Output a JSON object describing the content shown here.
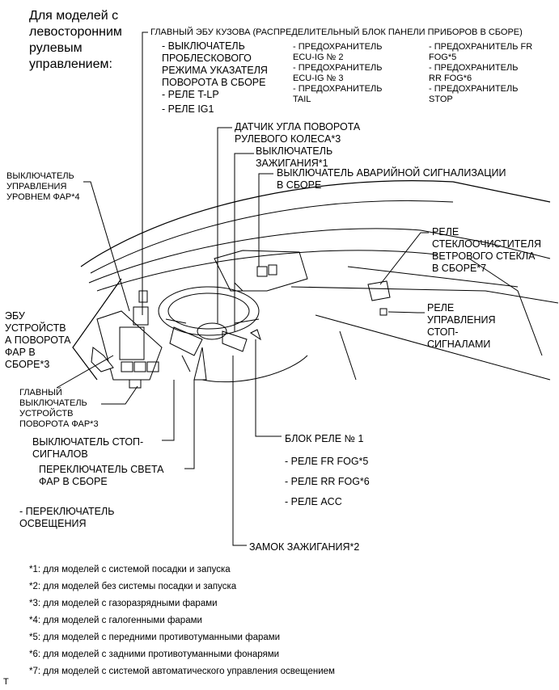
{
  "heading": "Для моделей с\nлевосторонним\nрулевым\nуправлением:",
  "main_body_ecu": "ГЛАВНЫЙ ЭБУ КУЗОВА (РАСПРЕДЕЛИТЕЛЬНЫЙ БЛОК ПАНЕЛИ ПРИБОРОВ В СБОРЕ)",
  "ecu_col1": "- ВЫКЛЮЧАТЕЛЬ\nПРОБЛЕСКОВОГО\nРЕЖИМА УКАЗАТЕЛЯ\nПОВОРОТА В СБОРЕ\n- РЕЛЕ T-LP",
  "ecu_col1_b": "- РЕЛЕ IG1",
  "ecu_col2": "- ПРЕДОХРАНИТЕЛЬ\nECU-IG № 2\n- ПРЕДОХРАНИТЕЛЬ\nECU-IG № 3\n- ПРЕДОХРАНИТЕЛЬ\nTAIL",
  "ecu_col3": "- ПРЕДОХРАНИТЕЛЬ FR\nFOG*5\n- ПРЕДОХРАНИТЕЛЬ\nRR FOG*6\n- ПРЕДОХРАНИТЕЛЬ\nSTOP",
  "steering_sensor": "ДАТЧИК УГЛА ПОВОРОТА\nРУЛЕВОГО КОЛЕСА*3",
  "ignition_switch": "ВЫКЛЮЧАТЕЛЬ\nЗАЖИГАНИЯ*1",
  "hazard_switch": "ВЫКЛЮЧАТЕЛЬ АВАРИЙНОЙ СИГНАЛИЗАЦИИ\nВ СБОРЕ",
  "headlight_level_switch": "ВЫКЛЮЧАТЕЛЬ\nУПРАВЛЕНИЯ\nУРОВНЕМ ФАР*4",
  "wiper_relay": "РЕЛЕ\nСТЕКЛООЧИСТИТЕЛЯ\nВЕТРОВОГО СТЕКЛА\nВ СБОРЕ*7",
  "stop_relay": "РЕЛЕ\nУПРАВЛЕНИЯ\nСТОП-\nСИГНАЛАМИ",
  "swivel_ecu": "ЭБУ\nУСТРОЙСТВ\nА ПОВОРОТА\nФАР В\nСБОРЕ*3",
  "swivel_main_switch": "ГЛАВНЫЙ\nВЫКЛЮЧАТЕЛЬ\nУСТРОЙСТВ\nПОВОРОТА ФАР*3",
  "stop_light_switch": "ВЫКЛЮЧАТЕЛЬ СТОП-\nСИГНАЛОВ",
  "light_switch": "ПЕРЕКЛЮЧАТЕЛЬ СВЕТА\nФАР В СБОРЕ",
  "light_switch_sub": "- ПЕРЕКЛЮЧАТЕЛЬ\nОСВЕЩЕНИЯ",
  "relay_block": "БЛОК РЕЛЕ № 1",
  "relay_items": [
    "- РЕЛЕ FR FOG*5",
    "- РЕЛЕ RR FOG*6",
    "- РЕЛЕ ACC"
  ],
  "ignition_lock": "ЗАМОК ЗАЖИГАНИЯ*2",
  "notes": [
    "*1: для моделей с системой посадки и запуска",
    "*2: для моделей без системы посадки и запуска",
    "*3: для моделей с газоразрядными фарами",
    "*4: для моделей с галогенными фарами",
    "*5: для моделей с передними противотуманными фарами",
    "*6: для моделей с задними противотуманными фонарями",
    "*7: для моделей с системой автоматического управления освещением"
  ],
  "corner_mark": "T"
}
